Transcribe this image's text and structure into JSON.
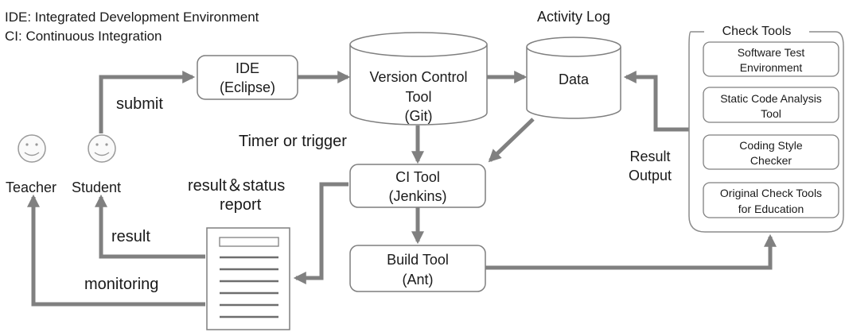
{
  "legend": {
    "ide_abbrev": "IDE: Integrated Development Environment",
    "ci_abbrev": "CI: Continuous Integration"
  },
  "actors": {
    "teacher": "Teacher",
    "student": "Student"
  },
  "labels": {
    "submit": "submit",
    "timer_trigger": "Timer or trigger",
    "activity_log": "Activity Log",
    "result_status_line1": "result＆status",
    "result_status_line2": "report",
    "result": "result",
    "monitoring": "monitoring",
    "result_output_line1": "Result",
    "result_output_line2": "Output"
  },
  "nodes": {
    "ide": {
      "line1": "IDE",
      "line2": "(Eclipse)"
    },
    "vcs": {
      "line1": "Version Control",
      "line2": "Tool",
      "line3": "(Git)"
    },
    "data": {
      "line1": "Data"
    },
    "ci": {
      "line1": "CI Tool",
      "line2": "(Jenkins)"
    },
    "build": {
      "line1": "Build Tool",
      "line2": "(Ant)"
    }
  },
  "check_tools": {
    "title": "Check Tools",
    "items": [
      {
        "line1": "Software Test",
        "line2": "Environment"
      },
      {
        "line1": "Static Code Analysis",
        "line2": "Tool"
      },
      {
        "line1": "Coding Style",
        "line2": "Checker"
      },
      {
        "line1": "Original Check Tools",
        "line2": "for Education"
      }
    ]
  },
  "colors": {
    "arrow": "#808080",
    "stroke": "#7f7f7f",
    "text": "#1a1a1a"
  }
}
